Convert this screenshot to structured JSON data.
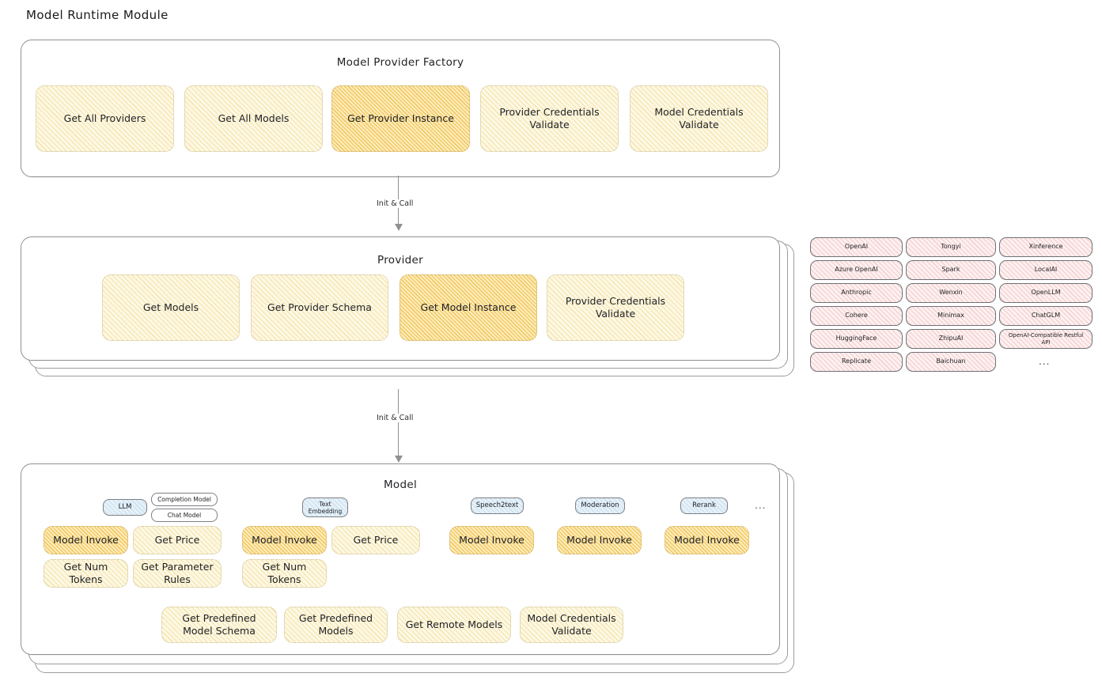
{
  "page": {
    "title": "Model Runtime Module"
  },
  "factory": {
    "title": "Model Provider Factory",
    "nodes": [
      {
        "label": "Get All Providers",
        "highlighted": false
      },
      {
        "label": "Get All Models",
        "highlighted": false
      },
      {
        "label": "Get Provider Instance",
        "highlighted": true
      },
      {
        "label": "Provider Credentials Validate",
        "highlighted": false
      },
      {
        "label": "Model Credentials Validate",
        "highlighted": false
      }
    ]
  },
  "connector_1": {
    "label": "Init & Call"
  },
  "provider": {
    "title": "Provider",
    "nodes": [
      {
        "label": "Get Models",
        "highlighted": false
      },
      {
        "label": "Get Provider Schema",
        "highlighted": false
      },
      {
        "label": "Get Model Instance",
        "highlighted": true
      },
      {
        "label": "Provider Credentials Validate",
        "highlighted": false
      }
    ]
  },
  "connector_2": {
    "label": "Init & Call"
  },
  "provider_list": {
    "columns": [
      [
        "OpenAI",
        "Azure OpenAI",
        "Anthropic",
        "Cohere",
        "HuggingFace",
        "Replicate"
      ],
      [
        "Tongyi",
        "Spark",
        "Wenxin",
        "Minimax",
        "ZhipuAI",
        "Baichuan"
      ],
      [
        "Xinference",
        "LocalAI",
        "OpenLLM",
        "ChatGLM",
        "OpenAI-Compatible Restful API"
      ]
    ],
    "more": "..."
  },
  "model": {
    "title": "Model",
    "more": "...",
    "types": [
      {
        "badge": "LLM",
        "sub_badges": [
          "Completion Model",
          "Chat Model"
        ],
        "ops": [
          "Model Invoke",
          "Get Price",
          "Get Num Tokens",
          "Get Parameter Rules"
        ]
      },
      {
        "badge": "Text Embedding",
        "sub_badges": [],
        "ops": [
          "Model Invoke",
          "Get Price",
          "Get Num Tokens"
        ]
      },
      {
        "badge": "Speech2text",
        "sub_badges": [],
        "ops": [
          "Model Invoke"
        ]
      },
      {
        "badge": "Moderation",
        "sub_badges": [],
        "ops": [
          "Model Invoke"
        ]
      },
      {
        "badge": "Rerank",
        "sub_badges": [],
        "ops": [
          "Model Invoke"
        ]
      }
    ],
    "bottom_ops": [
      "Get Predefined Model Schema",
      "Get Predefined Models",
      "Get Remote Models",
      "Model Credentials Validate"
    ]
  },
  "colors": {
    "node_yellow": "#fdf8e4",
    "node_orange": "#fdeebe",
    "node_pink": "#fdf0f0",
    "badge_blue": "#e6f1f9",
    "stroke": "#8f9194"
  }
}
